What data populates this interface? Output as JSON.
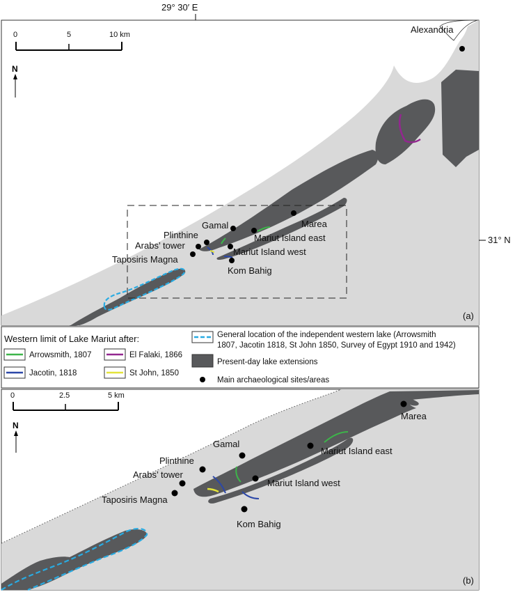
{
  "coords": {
    "longitude": "29° 30′ E",
    "latitude": "31° N"
  },
  "panel_a": {
    "panel_label": "(a)",
    "scale": {
      "ticks": [
        "0",
        "5",
        "10 km"
      ]
    },
    "north": "N",
    "places": {
      "alexandria": "Alexandria",
      "marea": "Marea",
      "gamal": "Gamal",
      "plinthine": "Plinthine",
      "arabs_tower": "Arabs’ tower",
      "taposiris": "Taposiris Magna",
      "mariut_east": "Mariut Island east",
      "mariut_west": "Mariut Island west",
      "kom_bahig": "Kom Bahig"
    }
  },
  "legend": {
    "title": "Western limit of Lake Mariut after:",
    "items": {
      "arrowsmith": "Arrowsmith, 1807",
      "jacotin": "Jacotin, 1818",
      "el_falaki": "El Falaki, 1866",
      "st_john": "St John, 1850"
    },
    "western_lake_line1": "General location of the independent western lake  (Arrowsmith",
    "western_lake_line2": "1807, Jacotin 1818, St John 1850, Survey of Egypt 1910 and 1942)",
    "present_day": "Present-day lake extensions",
    "sites": "Main archaeological sites/areas",
    "colors": {
      "arrowsmith": "#3db54a",
      "jacotin": "#2b47a8",
      "el_falaki": "#93278f",
      "st_john": "#e3e33a",
      "western_lake": "#29abe2",
      "lake": "#58595b",
      "land": "#d9d9d9"
    }
  },
  "panel_b": {
    "panel_label": "(b)",
    "scale": {
      "ticks": [
        "0",
        "2.5",
        "5 km"
      ]
    },
    "north": "N",
    "places": {
      "marea": "Marea",
      "gamal": "Gamal",
      "plinthine": "Plinthine",
      "arabs_tower": "Arabs’ tower",
      "taposiris": "Taposiris Magna",
      "mariut_east": "Mariut Island east",
      "mariut_west": "Mariut Island west",
      "kom_bahig": "Kom Bahig"
    }
  }
}
